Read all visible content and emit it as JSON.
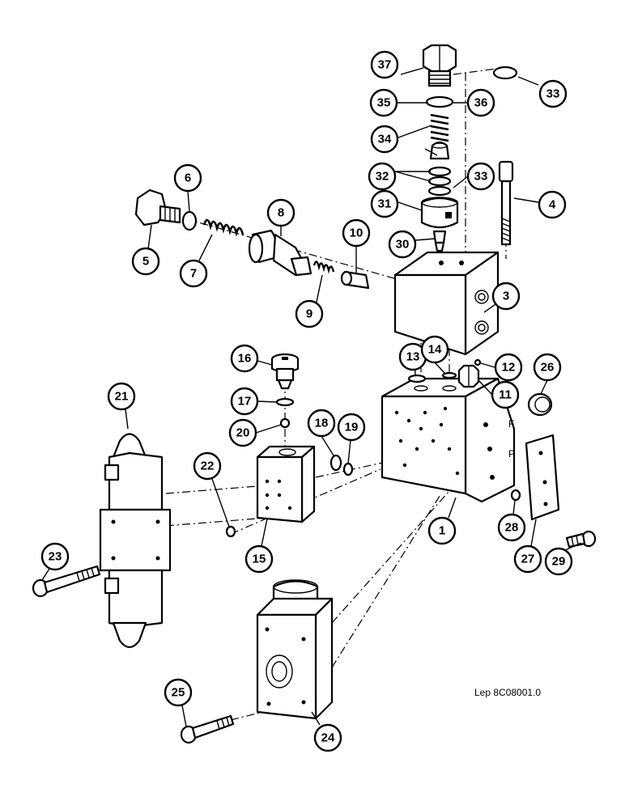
{
  "reference_code": "Lep 8C08001.0",
  "port_labels": {
    "f": "F",
    "p": "P"
  },
  "callouts": [
    {
      "id": "c1",
      "label": "1"
    },
    {
      "id": "c3",
      "label": "3"
    },
    {
      "id": "c4",
      "label": "4"
    },
    {
      "id": "c5",
      "label": "5"
    },
    {
      "id": "c6",
      "label": "6"
    },
    {
      "id": "c7",
      "label": "7"
    },
    {
      "id": "c8",
      "label": "8"
    },
    {
      "id": "c9",
      "label": "9"
    },
    {
      "id": "c10",
      "label": "10"
    },
    {
      "id": "c11",
      "label": "11"
    },
    {
      "id": "c12",
      "label": "12"
    },
    {
      "id": "c13",
      "label": "13"
    },
    {
      "id": "c14",
      "label": "14"
    },
    {
      "id": "c15",
      "label": "15"
    },
    {
      "id": "c16",
      "label": "16"
    },
    {
      "id": "c17",
      "label": "17"
    },
    {
      "id": "c18",
      "label": "18"
    },
    {
      "id": "c19",
      "label": "19"
    },
    {
      "id": "c20",
      "label": "20"
    },
    {
      "id": "c21",
      "label": "21"
    },
    {
      "id": "c22",
      "label": "22"
    },
    {
      "id": "c23",
      "label": "23"
    },
    {
      "id": "c24",
      "label": "24"
    },
    {
      "id": "c25",
      "label": "25"
    },
    {
      "id": "c26",
      "label": "26"
    },
    {
      "id": "c27",
      "label": "27"
    },
    {
      "id": "c28",
      "label": "28"
    },
    {
      "id": "c29",
      "label": "29"
    },
    {
      "id": "c30",
      "label": "30"
    },
    {
      "id": "c31",
      "label": "31"
    },
    {
      "id": "c32",
      "label": "32"
    },
    {
      "id": "c33a",
      "label": "33"
    },
    {
      "id": "c33b",
      "label": "33"
    },
    {
      "id": "c34",
      "label": "34"
    },
    {
      "id": "c35",
      "label": "35"
    },
    {
      "id": "c36",
      "label": "36"
    },
    {
      "id": "c37",
      "label": "37"
    }
  ]
}
